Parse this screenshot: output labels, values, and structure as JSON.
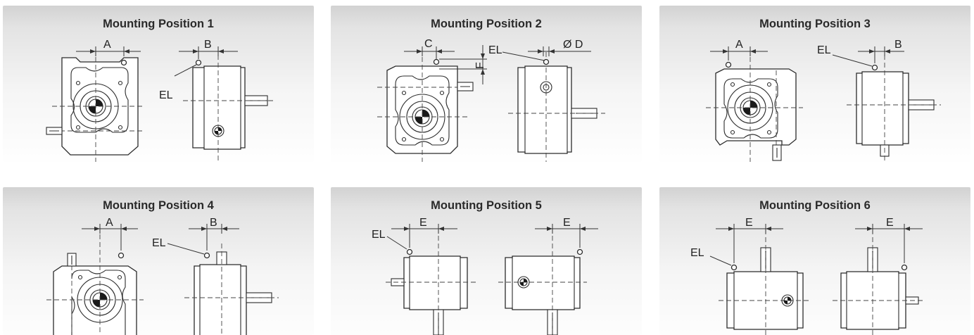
{
  "panels": [
    {
      "title": "Mounting Position 1",
      "dim_labels": [
        "A",
        "B"
      ],
      "vent_label": "EL"
    },
    {
      "title": "Mounting Position 2",
      "dim_labels": [
        "C",
        "Ø D",
        "F"
      ],
      "vent_label": "EL"
    },
    {
      "title": "Mounting Position 3",
      "dim_labels": [
        "A",
        "B"
      ],
      "vent_label": "EL"
    },
    {
      "title": "Mounting Position 4",
      "dim_labels": [
        "A",
        "B"
      ],
      "vent_label": "EL"
    },
    {
      "title": "Mounting Position 5",
      "dim_labels": [
        "E",
        "E"
      ],
      "vent_label": "EL"
    },
    {
      "title": "Mounting Position 6",
      "dim_labels": [
        "E",
        "E"
      ],
      "vent_label": "EL"
    }
  ]
}
